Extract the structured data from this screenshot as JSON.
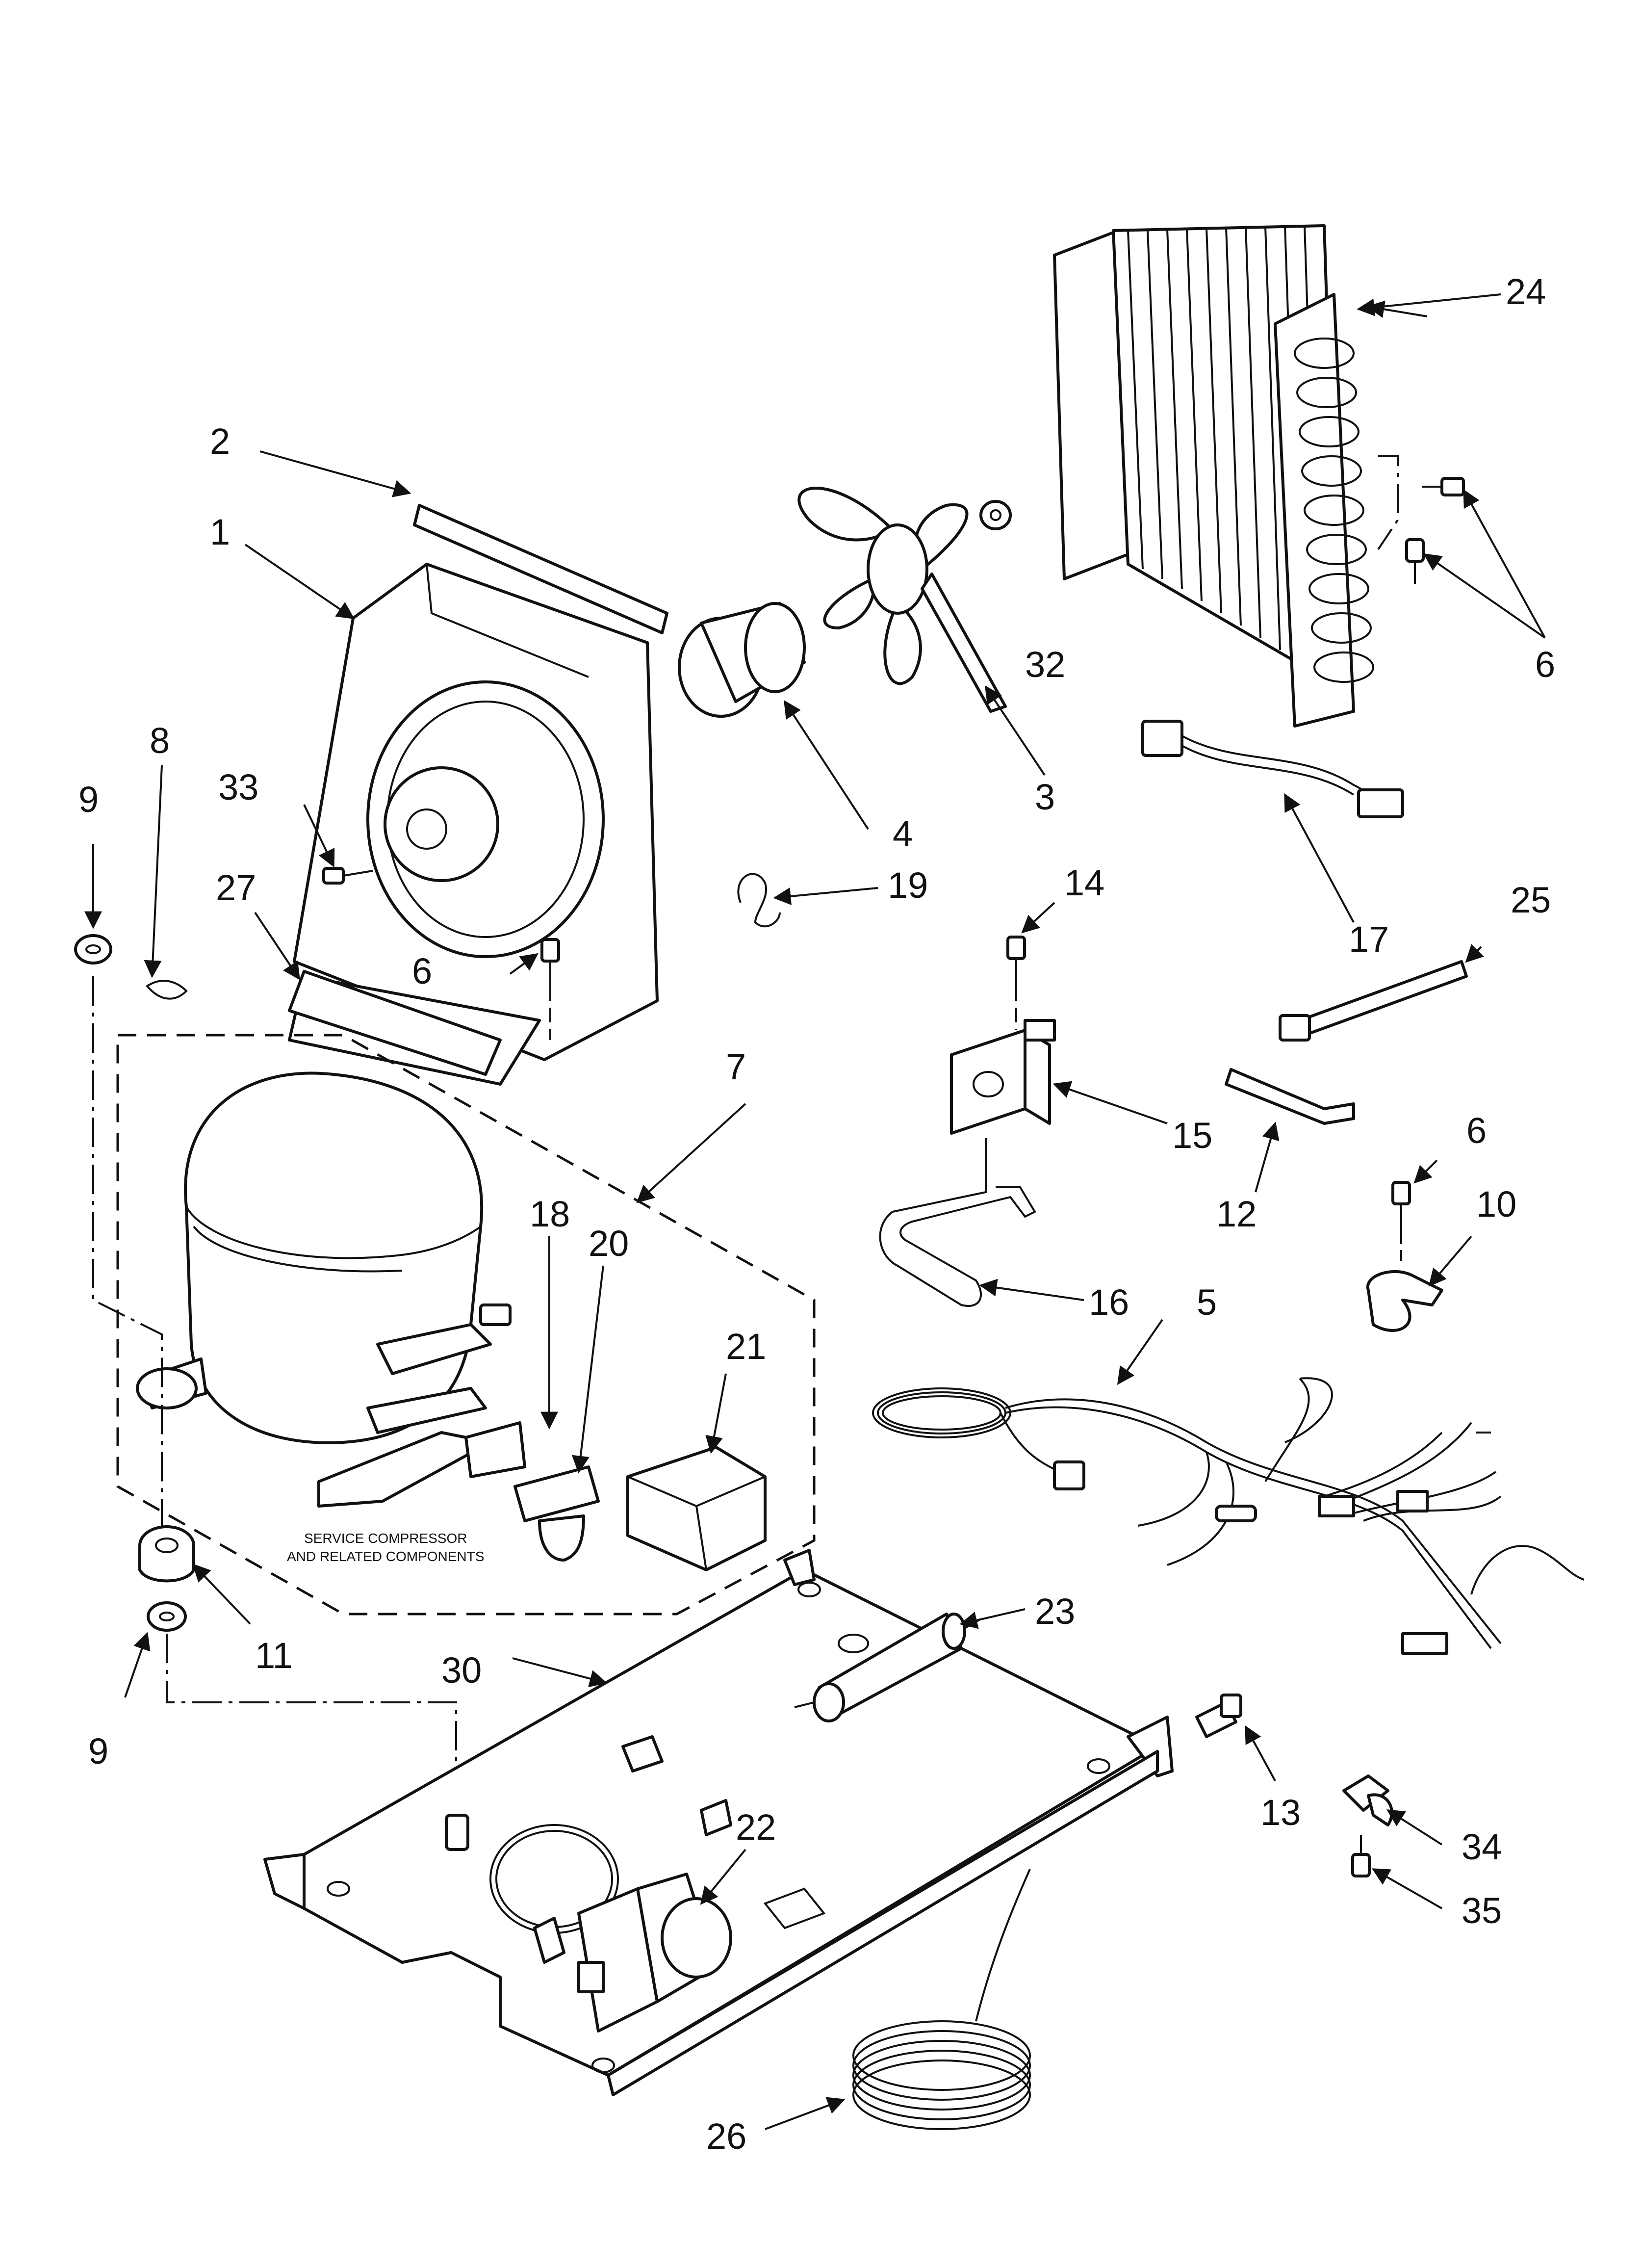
{
  "callouts": {
    "c1": "1",
    "c2": "2",
    "c3": "3",
    "c4": "4",
    "c5": "5",
    "c6a": "6",
    "c6b": "6",
    "c6c": "6",
    "c7": "7",
    "c8": "8",
    "c9a": "9",
    "c9b": "9",
    "c10": "10",
    "c11": "11",
    "c12": "12",
    "c13": "13",
    "c14": "14",
    "c15": "15",
    "c16": "16",
    "c17": "17",
    "c18": "18",
    "c19": "19",
    "c20": "20",
    "c21": "21",
    "c22": "22",
    "c23": "23",
    "c24": "24",
    "c25": "25",
    "c26": "26",
    "c27": "27",
    "c30": "30",
    "c32": "32",
    "c33": "33",
    "c34": "34",
    "c35": "35"
  },
  "notes": {
    "service_line1": "SERVICE COMPRESSOR",
    "service_line2": "AND RELATED COMPONENTS"
  }
}
